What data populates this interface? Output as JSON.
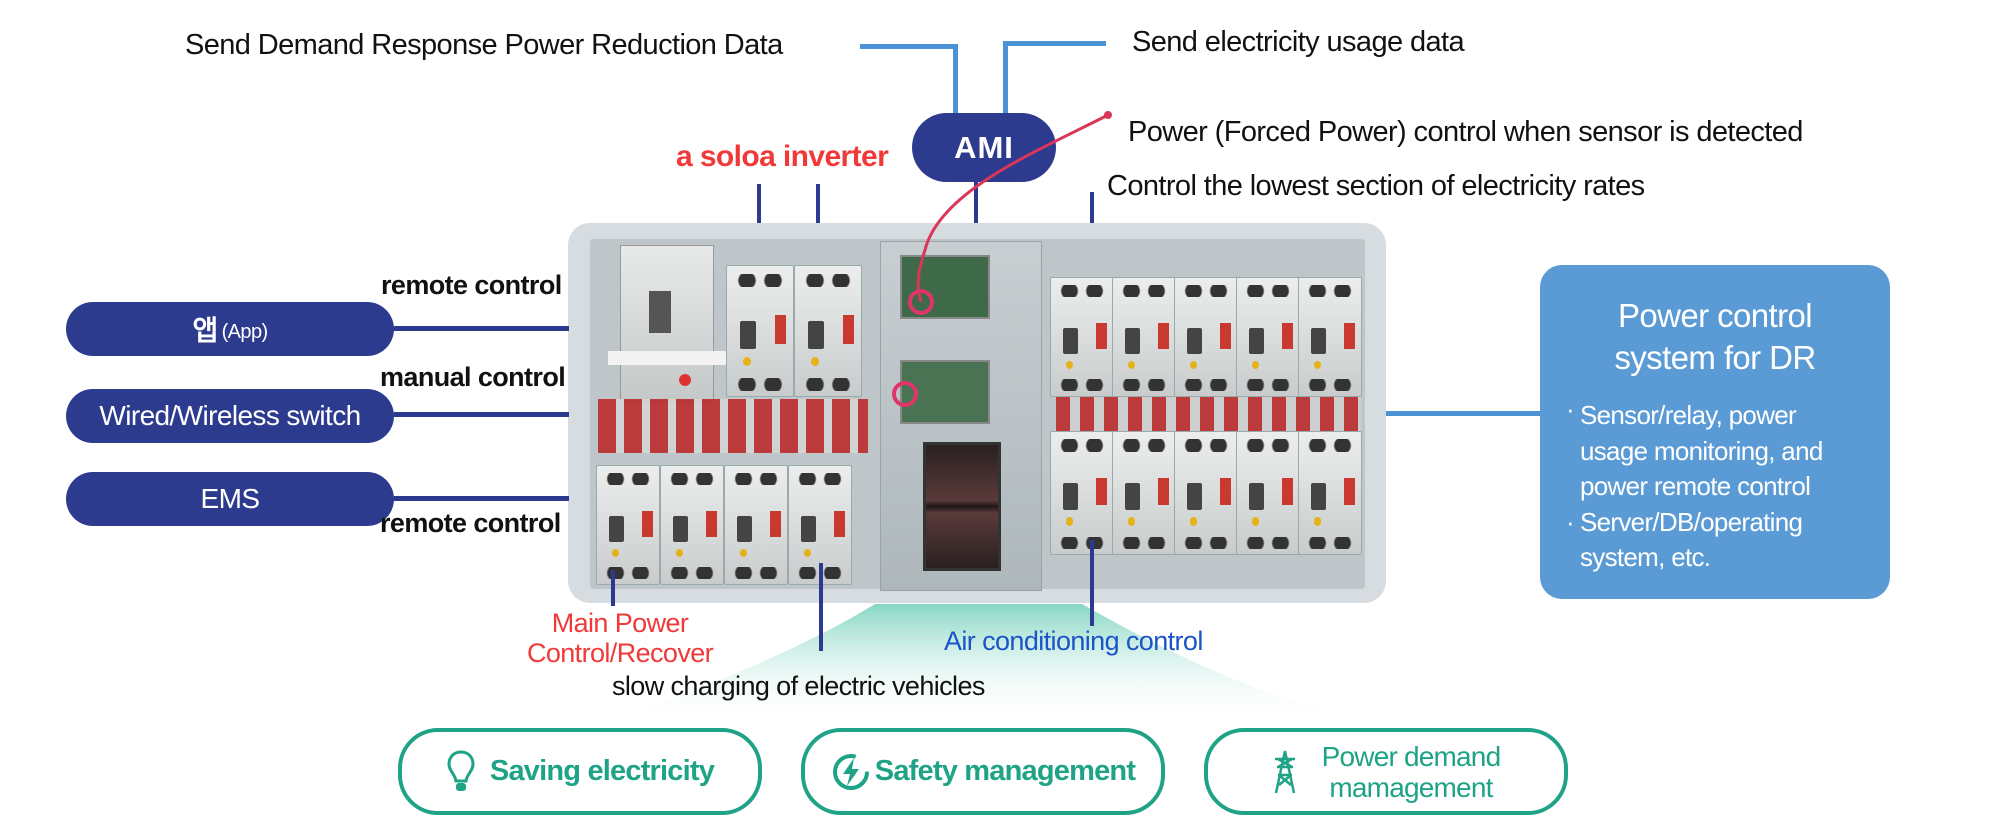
{
  "top": {
    "dr_data": "Send Demand Response Power Reduction Data",
    "usage_data": "Send electricity usage data",
    "ami": "AMI",
    "solar_inverter": "a soloa inverter",
    "sensor_control": "Power (Forced Power) control when sensor is detected",
    "lowest_rate": "Control the lowest section of electricity rates"
  },
  "left": {
    "app_label": "앱",
    "app_sub": "(App)",
    "switch_label": "Wired/Wireless switch",
    "ems_label": "EMS",
    "remote_control_1": "remote control",
    "manual_control": "manual control",
    "remote_control_2": "remote control"
  },
  "bottom_labels": {
    "main_power_1": "Main Power",
    "main_power_2": "Control/Recover",
    "ev_charging": "slow charging of electric vehicles",
    "air_conditioning": "Air conditioning control"
  },
  "dr_system": {
    "title_1": "Power control",
    "title_2": "system for DR",
    "bullets": [
      {
        "mark": "·",
        "lines": [
          "Sensor/relay, power",
          "usage monitoring, and",
          "power remote control"
        ]
      },
      {
        "mark": "·",
        "lines": [
          "Server/DB/operating",
          "system, etc."
        ]
      }
    ]
  },
  "benefits": [
    {
      "label": "Saving electricity",
      "icon": "lightbulb-icon"
    },
    {
      "label": "Safety management",
      "icon": "lightning-shield-icon"
    },
    {
      "label_1": "Power demand",
      "label_2": "mamagement",
      "icon": "transmission-tower-icon"
    }
  ],
  "colors": {
    "navy": "#2d3b8e",
    "light_blue_line": "#4b93d6",
    "red_text": "#f03a3a",
    "blue_text": "#1a55c8",
    "teal": "#1fa386",
    "dr_box": "#5b9bd5",
    "panel": "#d6dcdf"
  }
}
